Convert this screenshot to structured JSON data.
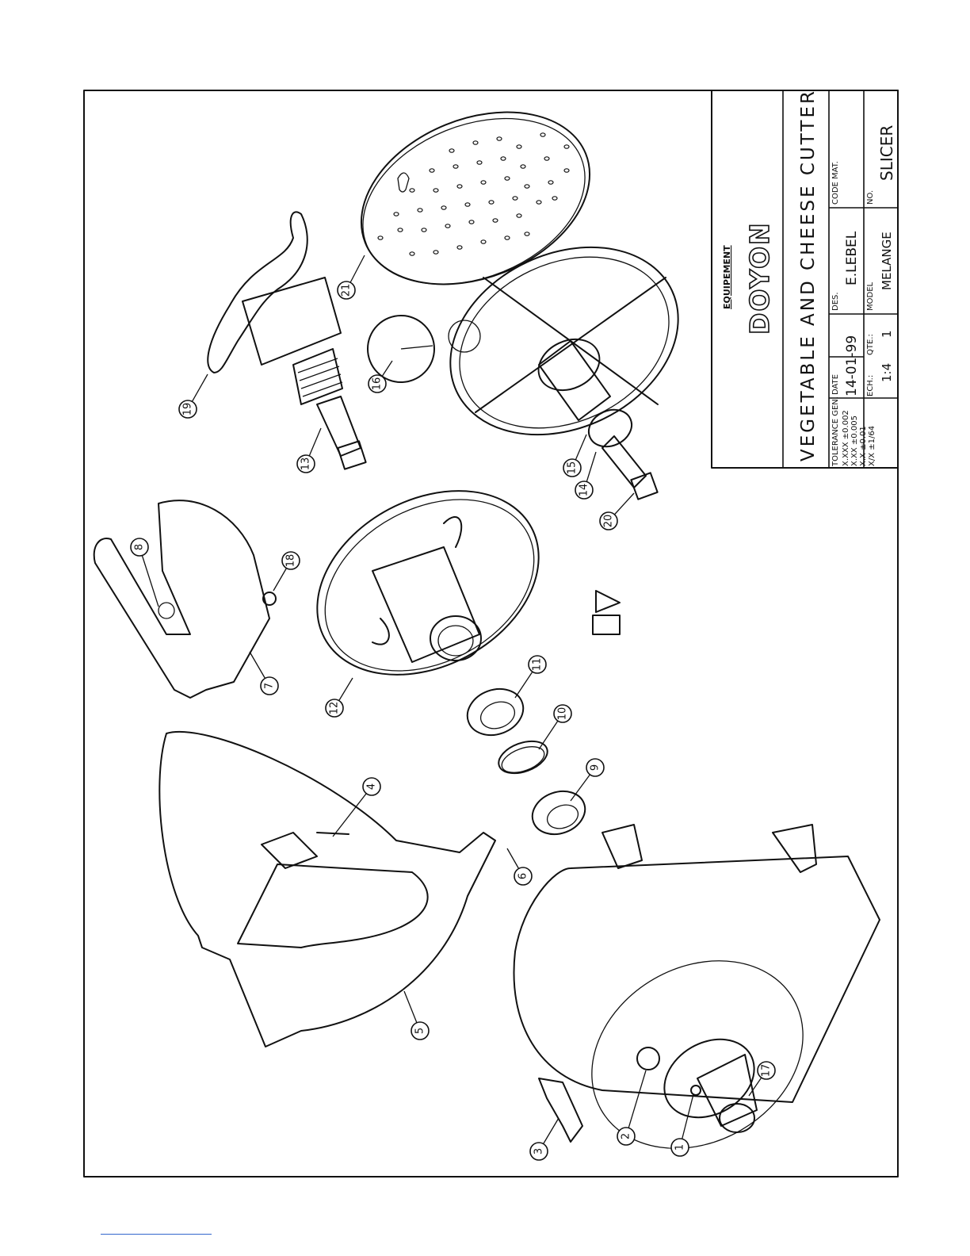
{
  "title_block": {
    "title": "VEGETABLE AND CHEESE CUTTER",
    "brand_top": "EQUIPEMENT",
    "brand": "DOYON",
    "tolerance_label": "TOLERANCE GEN.",
    "tolerances": [
      {
        "key": "X.XXX",
        "value": "±0.002"
      },
      {
        "key": "X.XX",
        "value": "±0.005"
      },
      {
        "key": "X.X",
        "value": "±0.01"
      },
      {
        "key": "X/X",
        "value": "±1/64"
      }
    ],
    "date_label": "DATE",
    "date_value": "14-01-99",
    "des_label": "DES.",
    "des_value": "E.LEBEL",
    "code_label": "CODE MAT.",
    "scale_label": "ECH.:",
    "scale_value": "1:4",
    "qty_label": "QTE.:",
    "qty_value": "1",
    "model_label": "MODEL",
    "model_value": "MELANGE",
    "no_label": "NO.",
    "no_value": "SLICER"
  },
  "callouts": [
    "1",
    "2",
    "3",
    "4",
    "5",
    "6",
    "7",
    "8",
    "9",
    "10",
    "11",
    "12",
    "13",
    "14",
    "15",
    "16",
    "17",
    "18",
    "19",
    "20",
    "21"
  ],
  "symbol": "⊡R"
}
